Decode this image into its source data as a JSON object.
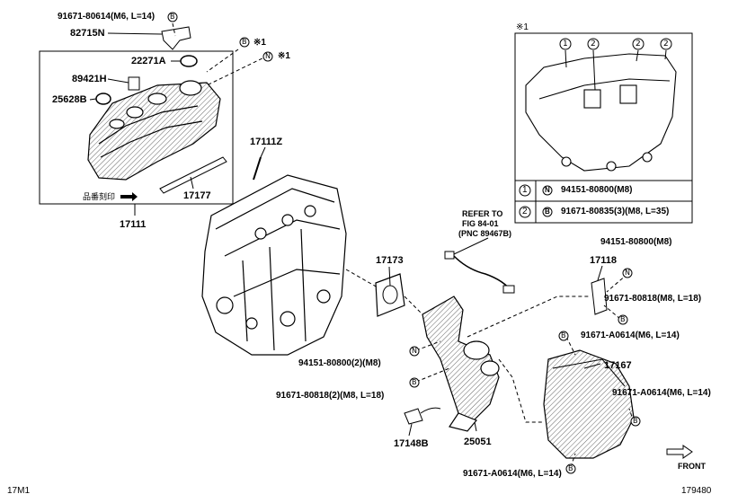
{
  "colors": {
    "line": "#000000",
    "background": "#ffffff",
    "hatch": "#555555"
  },
  "labels": {
    "p91671_80614_top": "91671-80614(M6, L=14)",
    "p82715N": "82715N",
    "p22271A": "22271A",
    "p89421H": "89421H",
    "p25628B": "25628B",
    "p17111Z": "17111Z",
    "p17177": "17177",
    "p17111": "17111",
    "stamp_jp": "品番刻印",
    "refer_to": "REFER TO",
    "fig": "FIG 84-01",
    "pnc": "(PNC 89467B)",
    "p17173": "17173",
    "p94151_80800_r": "94151-80800(M8)",
    "p17118": "17118",
    "p91671_80818_r": "91671-80818(M8, L=18)",
    "p91671_A0614_a": "91671-A0614(M6, L=14)",
    "p17167": "17167",
    "p91671_A0614_b": "91671-A0614(M6, L=14)",
    "p94151_80800_2": "94151-80800(2)(M8)",
    "p91671_80818_2": "91671-80818(2)(M8, L=18)",
    "p17148B": "17148B",
    "p25051": "25051",
    "p91671_A0614_c": "91671-A0614(M6, L=14)",
    "front": "FRONT",
    "code_left": "17M1",
    "code_right": "179480",
    "ref_mark": "※1",
    "symbol_B": "B",
    "symbol_N": "N",
    "circ1": "1",
    "circ2": "2"
  },
  "legend": {
    "title": "※1",
    "rows": [
      {
        "num": "1",
        "sym": "N",
        "text": "94151-80800(M8)"
      },
      {
        "num": "2",
        "sym": "B",
        "text": "91671-80835(3)(M8, L=35)"
      }
    ]
  }
}
